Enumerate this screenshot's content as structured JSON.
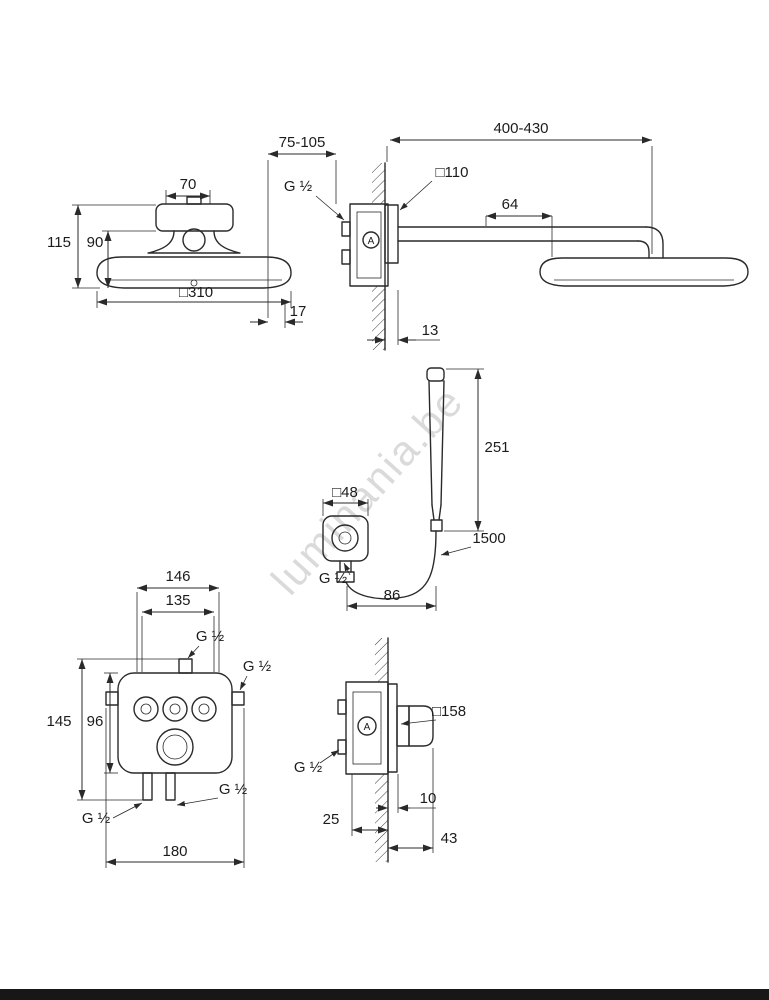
{
  "watermark": "luminania.be",
  "head_front": {
    "w70": "70",
    "h115": "115",
    "h90": "90",
    "plate": "□310"
  },
  "head_side": {
    "wall_range": "75-105",
    "arm_range": "400-430",
    "plate": "□110",
    "drop": "64",
    "thread": "G ½",
    "d17": "17",
    "d13": "13",
    "mark": "A"
  },
  "hand_shower": {
    "height": "251",
    "plate": "□48",
    "hose_length": "1500",
    "thread": "G ½",
    "proj": "86"
  },
  "valve_front": {
    "w146": "146",
    "w135": "135",
    "g_top": "G ½",
    "g_right": "G ½",
    "h145": "145",
    "h96": "96",
    "g_bottom_right": "G ½",
    "g_bottom_left": "G ½",
    "w180": "180"
  },
  "valve_side": {
    "plate": "□158",
    "thread": "G ½",
    "d25": "25",
    "d10": "10",
    "d43": "43",
    "mark": "A"
  }
}
